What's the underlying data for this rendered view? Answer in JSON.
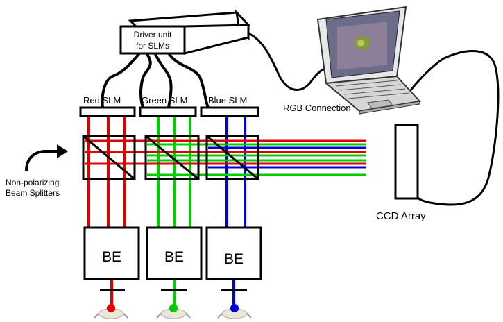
{
  "driver": {
    "line1": "Driver unit",
    "line2": "for SLMs"
  },
  "slms": [
    {
      "label": "Red SLM",
      "color": "#e00000"
    },
    {
      "label": "Green SLM",
      "color": "#00cc00"
    },
    {
      "label": "Blue SLM",
      "color": "#0000dd"
    }
  ],
  "connection_label": "RGB Connection",
  "splitter_label": {
    "line1": "Non-polarizing",
    "line2": "Beam Splitters"
  },
  "ccd_label": "CCD Array",
  "be_label": "BE",
  "colors": {
    "red": "#e00000",
    "green": "#00cc00",
    "blue": "#0000dd",
    "line": "#000000"
  }
}
